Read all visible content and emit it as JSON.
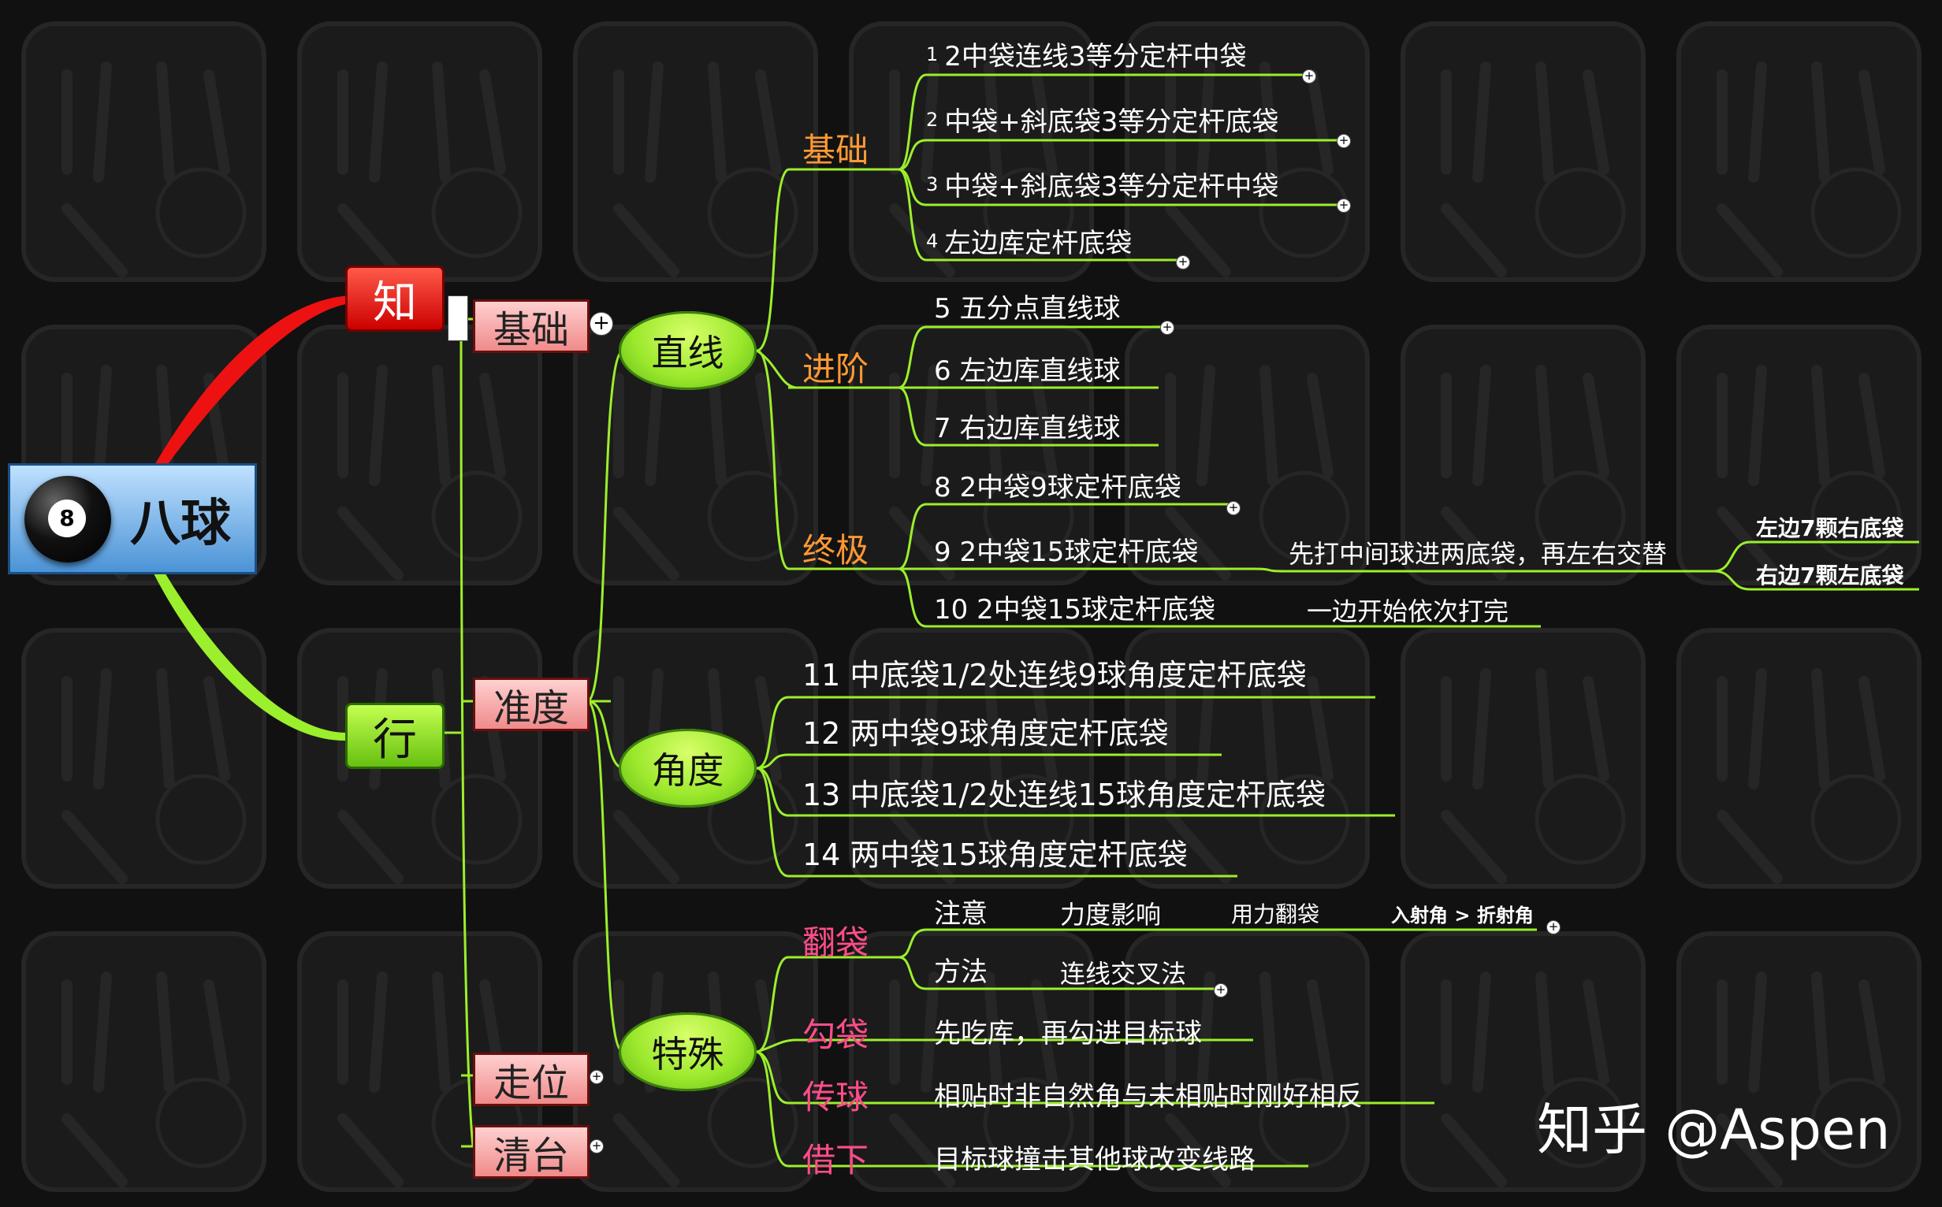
{
  "root": {
    "label": "八球",
    "ball_number": "8"
  },
  "zhi": {
    "label": "知"
  },
  "xing": {
    "label": "行"
  },
  "l1": {
    "jichu": "基础",
    "zhundu": "准度",
    "zouwei": "走位",
    "qingtai": "清台"
  },
  "l2": {
    "zhixian": "直线",
    "jiaodu": "角度",
    "teshu": "特殊"
  },
  "zhixian": {
    "jichu_label": "基础",
    "jichu_items": [
      {
        "idx": "1",
        "text": "2中袋连线3等分定杆中袋"
      },
      {
        "idx": "2",
        "text": "中袋+斜底袋3等分定杆底袋"
      },
      {
        "idx": "3",
        "text": "中袋+斜底袋3等分定杆中袋"
      },
      {
        "idx": "4",
        "text": "左边库定杆底袋"
      }
    ],
    "jinjie_label": "进阶",
    "jinjie_items": [
      "5 五分点直线球",
      "6 左边库直线球",
      "7 右边库直线球"
    ],
    "zhongji_label": "终极",
    "zhongji_items": [
      "8 2中袋9球定杆底袋",
      "9 2中袋15球定杆底袋",
      "10 2中袋15球定杆底袋"
    ],
    "item9_note": "先打中间球进两底袋，再左右交替",
    "item9_sub": [
      "左边7颗右底袋",
      "右边7颗左底袋"
    ],
    "item10_note": "一边开始依次打完"
  },
  "jiaodu": {
    "items": [
      "11 中底袋1/2处连线9球角度定杆底袋",
      "12 两中袋9球角度定杆底袋",
      "13 中底袋1/2处连线15球角度定杆底袋",
      "14 两中袋15球角度定杆底袋"
    ]
  },
  "teshu": {
    "fandai_label": "翻袋",
    "zhuyi": "注意",
    "zhuyi_1": "力度影响",
    "zhuyi_2": "用力翻袋",
    "zhuyi_3": "入射角 > 折射角",
    "fangfa": "方法",
    "fangfa_1": "连线交叉法",
    "goudai_label": "勾袋",
    "goudai_text": "先吃库，再勾进目标球",
    "chuanqiu_label": "传球",
    "chuanqiu_text": "相贴时非自然角与未相贴时刚好相反",
    "jiexia_label": "借下",
    "jiexia_text": "目标球撞击其他球改变线路"
  },
  "watermark": "知乎 @Aspen",
  "colors": {
    "branch": "#9bef2c",
    "category": "#ff9933",
    "category_pink": "#ff4d8a",
    "zhi_red": "#ee1111"
  }
}
